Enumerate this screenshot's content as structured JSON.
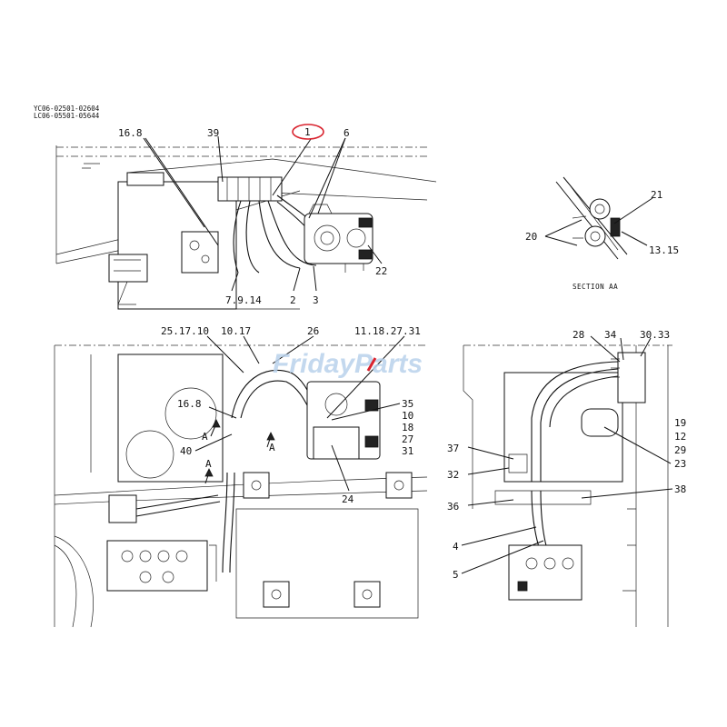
{
  "header": {
    "serial_line_1": "YC06-02501-02604",
    "serial_line_2": "LC06-05501-05644"
  },
  "watermark": {
    "brand_part1": "Friday",
    "brand_part2": "Parts",
    "brand_color": "#b9d2ec",
    "highlight_color": "#d9232e"
  },
  "section_label": "SECTION AA",
  "callouts": {
    "top_16_8": "16.8",
    "top_39": "39",
    "top_1": "1",
    "top_6": "6",
    "top_7_9_14": "7.9.14",
    "top_2": "2",
    "top_3": "3",
    "top_22": "22",
    "sec_21": "21",
    "sec_20": "20",
    "sec_13_15": "13.15",
    "mid_25_17_10": "25.17.10",
    "mid_10_17": "10.17",
    "mid_26": "26",
    "mid_11_18_27_31": "11.18.27.31",
    "mid_16_8": "16.8",
    "mid_40": "40",
    "mid_A1": "A",
    "mid_A2": "A",
    "mid_A3": "A",
    "mid_35": "35",
    "mid_10": "10",
    "mid_18": "18",
    "mid_27": "27",
    "mid_31": "31",
    "mid_24": "24",
    "r_28": "28",
    "r_34": "34",
    "r_30_33": "30.33",
    "r_19": "19",
    "r_12": "12",
    "r_29": "29",
    "r_23": "23",
    "r_37": "37",
    "r_32": "32",
    "r_36": "36",
    "r_38": "38",
    "r_4": "4",
    "r_5": "5"
  }
}
